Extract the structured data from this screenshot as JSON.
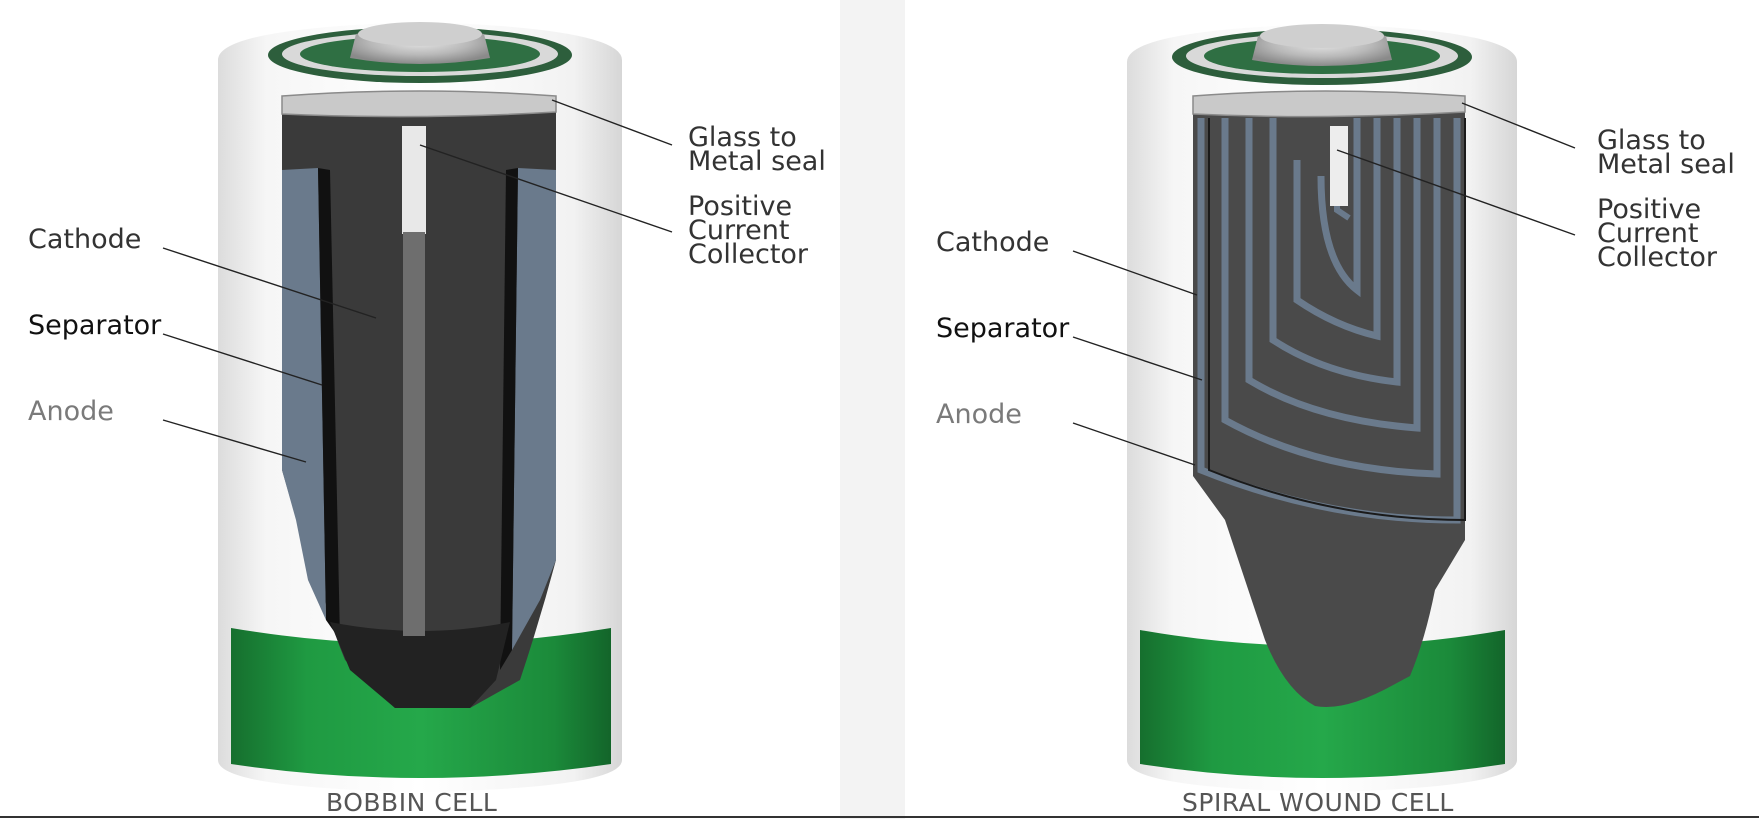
{
  "left_diagram": {
    "caption": "BOBBIN CELL",
    "labels": {
      "glass_seal_line1": "Glass to",
      "glass_seal_line2": "Metal seal",
      "collector_line1": "Positive",
      "collector_line2": "Current",
      "collector_line3": "Collector",
      "cathode": "Cathode",
      "separator": "Separator",
      "anode": "Anode"
    }
  },
  "right_diagram": {
    "caption": "SPIRAL WOUND CELL",
    "labels": {
      "glass_seal_line1": "Glass to",
      "glass_seal_line2": "Metal seal",
      "collector_line1": "Positive",
      "collector_line2": "Current",
      "collector_line3": "Collector",
      "cathode": "Cathode",
      "separator": "Separator",
      "anode": "Anode"
    }
  },
  "colors": {
    "label_band": "#1e8f3e",
    "cathode": "#3b3b3b",
    "anode": "#6a7a8c",
    "separator": "#111111",
    "seal": "#c9c9c9",
    "collector": "#e6e6e6"
  }
}
